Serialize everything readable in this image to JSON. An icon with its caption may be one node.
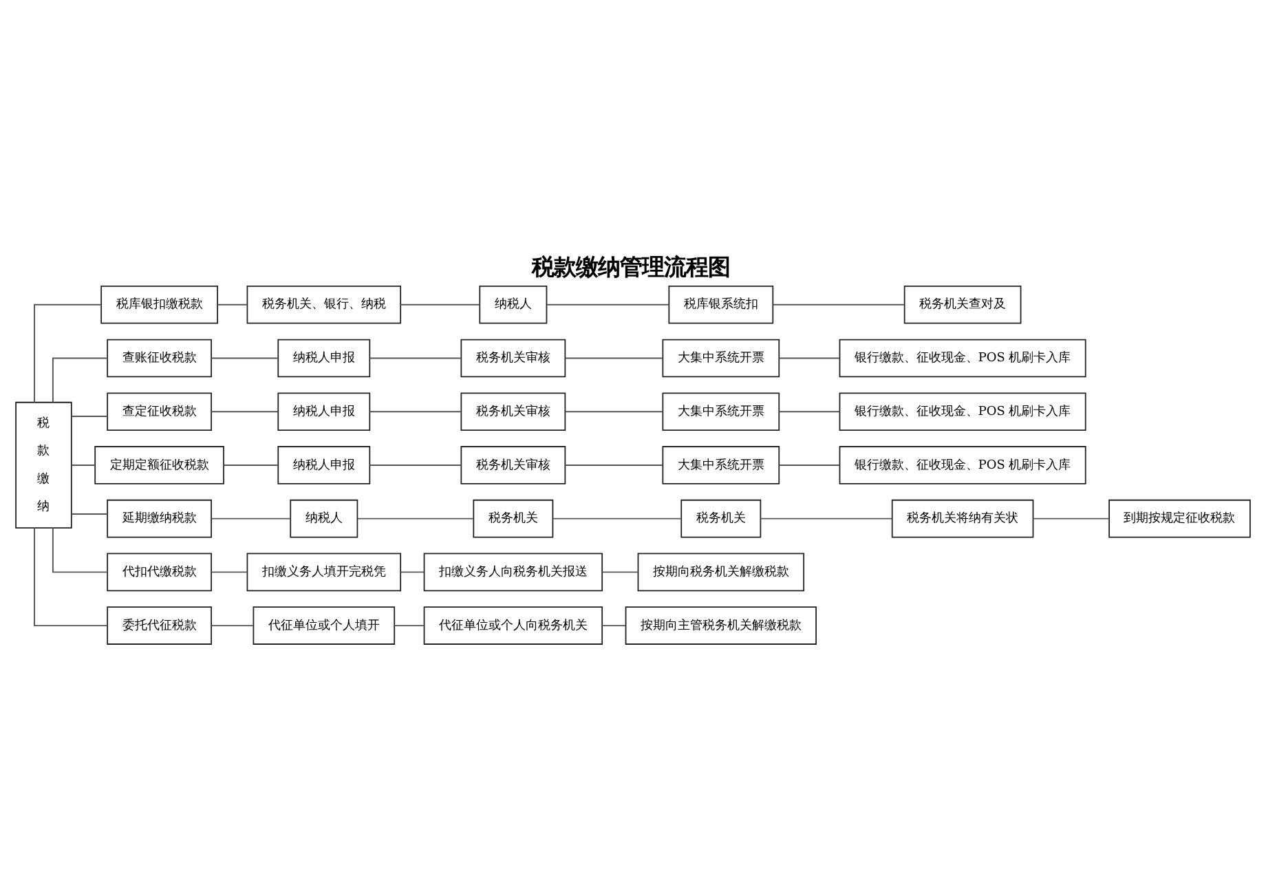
{
  "diagram": {
    "title": "税款缴纳管理流程图",
    "nodes": [
      {
        "text": [
          "税款缴纳"
        ]
      },
      {
        "text": [
          "税库银扣缴税款"
        ]
      },
      {
        "text": [
          "税务机关、银行、纳税"
        ]
      },
      {
        "text": [
          "纳税人"
        ]
      },
      {
        "text": [
          "税库银系统扣"
        ]
      },
      {
        "text": [
          "税务机关查对及"
        ]
      },
      {
        "text": [
          "查账征收税款"
        ]
      },
      {
        "text": [
          "纳税人申报"
        ]
      },
      {
        "text": [
          "税务机关审核"
        ]
      },
      {
        "text": [
          "大集中系统开票"
        ]
      },
      {
        "text": [
          "银行缴款、征收现金、POS 机刷卡入库"
        ]
      },
      {
        "text": [
          "查定征收税款"
        ]
      },
      {
        "text": [
          "纳税人申报"
        ]
      },
      {
        "text": [
          "税务机关审核"
        ]
      },
      {
        "text": [
          "大集中系统开票"
        ]
      },
      {
        "text": [
          "银行缴款、征收现金、POS 机刷卡入库"
        ]
      },
      {
        "text": [
          "定期定额征收税款"
        ]
      },
      {
        "text": [
          "纳税人申报"
        ]
      },
      {
        "text": [
          "税务机关审核"
        ]
      },
      {
        "text": [
          "大集中系统开票"
        ]
      },
      {
        "text": [
          "银行缴款、征收现金、POS 机刷卡入库"
        ]
      },
      {
        "text": [
          "延期缴纳税款"
        ]
      },
      {
        "text": [
          "纳税人"
        ]
      },
      {
        "text": [
          "税务机关"
        ]
      },
      {
        "text": [
          "税务机关"
        ]
      },
      {
        "text": [
          "税务机关将纳有关状"
        ]
      },
      {
        "text": [
          "到期按规定征收税款"
        ]
      },
      {
        "text": [
          "代扣代缴税款"
        ]
      },
      {
        "text": [
          "扣缴义务人填开完税凭"
        ]
      },
      {
        "text": [
          "扣缴义务人向税务机关报送"
        ]
      },
      {
        "text": [
          "按期向税务机关解缴税款"
        ]
      },
      {
        "text": [
          "委托代征税款"
        ]
      },
      {
        "text": [
          "代征单位或个人填开"
        ]
      },
      {
        "text": [
          "代征单位或个人向税务机关"
        ]
      },
      {
        "text": [
          "按期向主管税务机关解缴税款"
        ]
      }
    ],
    "edges": [
      {
        "from": 0,
        "to": 1,
        "arrow": "none"
      },
      {
        "from": 0,
        "to": 6,
        "arrow": "none"
      },
      {
        "from": 0,
        "to": 11,
        "arrow": "none"
      },
      {
        "from": 0,
        "to": 16,
        "arrow": "none"
      },
      {
        "from": 0,
        "to": 21,
        "arrow": "none"
      },
      {
        "from": 0,
        "to": 27,
        "arrow": "none"
      },
      {
        "from": 0,
        "to": 31,
        "arrow": "none"
      },
      {
        "from": 1,
        "to": 2,
        "arrow": "none"
      },
      {
        "from": 2,
        "to": 3,
        "arrow": "none"
      },
      {
        "from": 3,
        "to": 4,
        "arrow": "none"
      },
      {
        "from": 4,
        "to": 5,
        "arrow": "none"
      },
      {
        "from": 6,
        "to": 7,
        "arrow": "none"
      },
      {
        "from": 7,
        "to": 8,
        "arrow": "none"
      },
      {
        "from": 8,
        "to": 9,
        "arrow": "none"
      },
      {
        "from": 9,
        "to": 10,
        "arrow": "none"
      },
      {
        "from": 11,
        "to": 12,
        "arrow": "none"
      },
      {
        "from": 12,
        "to": 13,
        "arrow": "none"
      },
      {
        "from": 13,
        "to": 14,
        "arrow": "none"
      },
      {
        "from": 14,
        "to": 15,
        "arrow": "none"
      },
      {
        "from": 16,
        "to": 17,
        "arrow": "none"
      },
      {
        "from": 17,
        "to": 18,
        "arrow": "none"
      },
      {
        "from": 18,
        "to": 19,
        "arrow": "none"
      },
      {
        "from": 19,
        "to": 20,
        "arrow": "none"
      },
      {
        "from": 21,
        "to": 22,
        "arrow": "none"
      },
      {
        "from": 22,
        "to": 23,
        "arrow": "none"
      },
      {
        "from": 23,
        "to": 24,
        "arrow": "none"
      },
      {
        "from": 24,
        "to": 25,
        "arrow": "none"
      },
      {
        "from": 25,
        "to": 26,
        "arrow": "none"
      },
      {
        "from": 27,
        "to": 28,
        "arrow": "none"
      },
      {
        "from": 28,
        "to": 29,
        "arrow": "none"
      },
      {
        "from": 29,
        "to": 30,
        "arrow": "none"
      },
      {
        "from": 31,
        "to": 32,
        "arrow": "none"
      },
      {
        "from": 32,
        "to": 33,
        "arrow": "none"
      },
      {
        "from": 33,
        "to": 34,
        "arrow": "none"
      }
    ]
  }
}
